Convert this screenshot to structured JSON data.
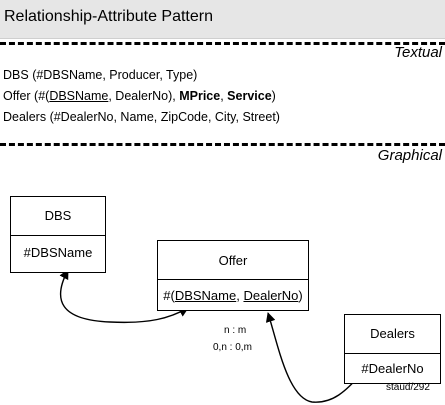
{
  "title": "Relationship-Attribute Pattern",
  "sections": {
    "textual": "Textual",
    "graphical": "Graphical"
  },
  "textual": {
    "dbs": {
      "name": "DBS",
      "attrs": "(#DBSName, Producer, Type)"
    },
    "offer": {
      "name": "Offer",
      "open": " (#(",
      "key1": "DBSName",
      "mid": ", DealerNo), ",
      "attr1": "MPrice",
      "comma": ", ",
      "attr2": "Service",
      "close": ")"
    },
    "dealers": {
      "name": "Dealers",
      "attrs": "(#DealerNo, Name, ZipCode, City, Street)"
    }
  },
  "graphical": {
    "entities": {
      "dbs": {
        "name": "DBS",
        "key": "#DBSName"
      },
      "offer": {
        "name": "Offer",
        "key_prefix": "#(",
        "key1": "DBSName",
        "key_sep": ", ",
        "key2": "DealerNo",
        "key_suffix": ")"
      },
      "dealers": {
        "name": "Dealers",
        "key": "#DealerNo"
      }
    },
    "cardinality": {
      "relation": "n : m",
      "mins": "0,n : 0,m"
    },
    "footnote": "staud/292"
  }
}
